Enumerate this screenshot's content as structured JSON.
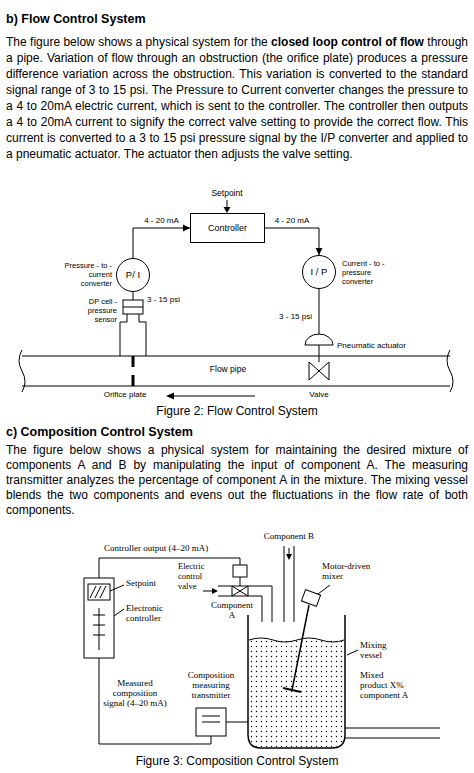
{
  "diagram": {
    "nodes": [
      {
        "text": [
          "Controller"
        ]
      },
      {
        "text": [
          "P/ I"
        ]
      },
      {
        "text": [
          "I / P"
        ]
      }
    ],
    "edges": [
      {
        "from": 1,
        "to": 0,
        "arrow": "to",
        "label": "4 - 20 mA"
      },
      {
        "from": 0,
        "to": 2,
        "arrow": "to",
        "label": "4 - 20 mA"
      }
    ],
    "labels": [
      "b) Flow Control System",
      "The figure below shows a physical system for the",
      "closed loop control of flow",
      "through a pipe. Variation of flow through an obstruction (the orifice plate) produces a pressure difference variation across the obstruction. This variation is converted to the standard signal range of 3 to 15 psi. The Pressure to Current converter changes the pressure to a 4 to 20mA electric current, which is sent to the controller. The controller then outputs a 4 to 20mA current to signify the correct valve setting to provide the correct flow. This current is converted to a 3 to 15 psi pressure signal by the I/P converter and applied to a pneumatic actuator. The actuator then adjusts the valve setting.",
      "Setpoint",
      "Pressure - to - current converter",
      "DP cell - pressure sensor",
      "3 - 15 psi",
      "Current - to - pressure converter",
      "3 - 15 psi",
      "Pneumatic actuator",
      "Flow pipe",
      "Orifice plate",
      "Valve",
      "Figure 2: Flow Control System",
      "c) Composition Control System",
      "The figure below shows a physical system for maintaining the desired mixture of components A and B by manipulating the input of component A. The measuring transmitter analyzes the percentage of component A in the mixture. The mixing vessel blends the two components and evens out the fluctuations in the flow rate of both components.",
      "Controller output (4–20 mA)",
      "Setpoint",
      "Electronic controller",
      "Electric control valve",
      "Component A",
      "Component B",
      "Motor-driven mixer",
      "Mixing vessel",
      "Mixed product X% component A",
      "Composition measuring transmitter",
      "Measured composition signal (4–20 mA)",
      "Figure 3: Composition Control System"
    ]
  }
}
